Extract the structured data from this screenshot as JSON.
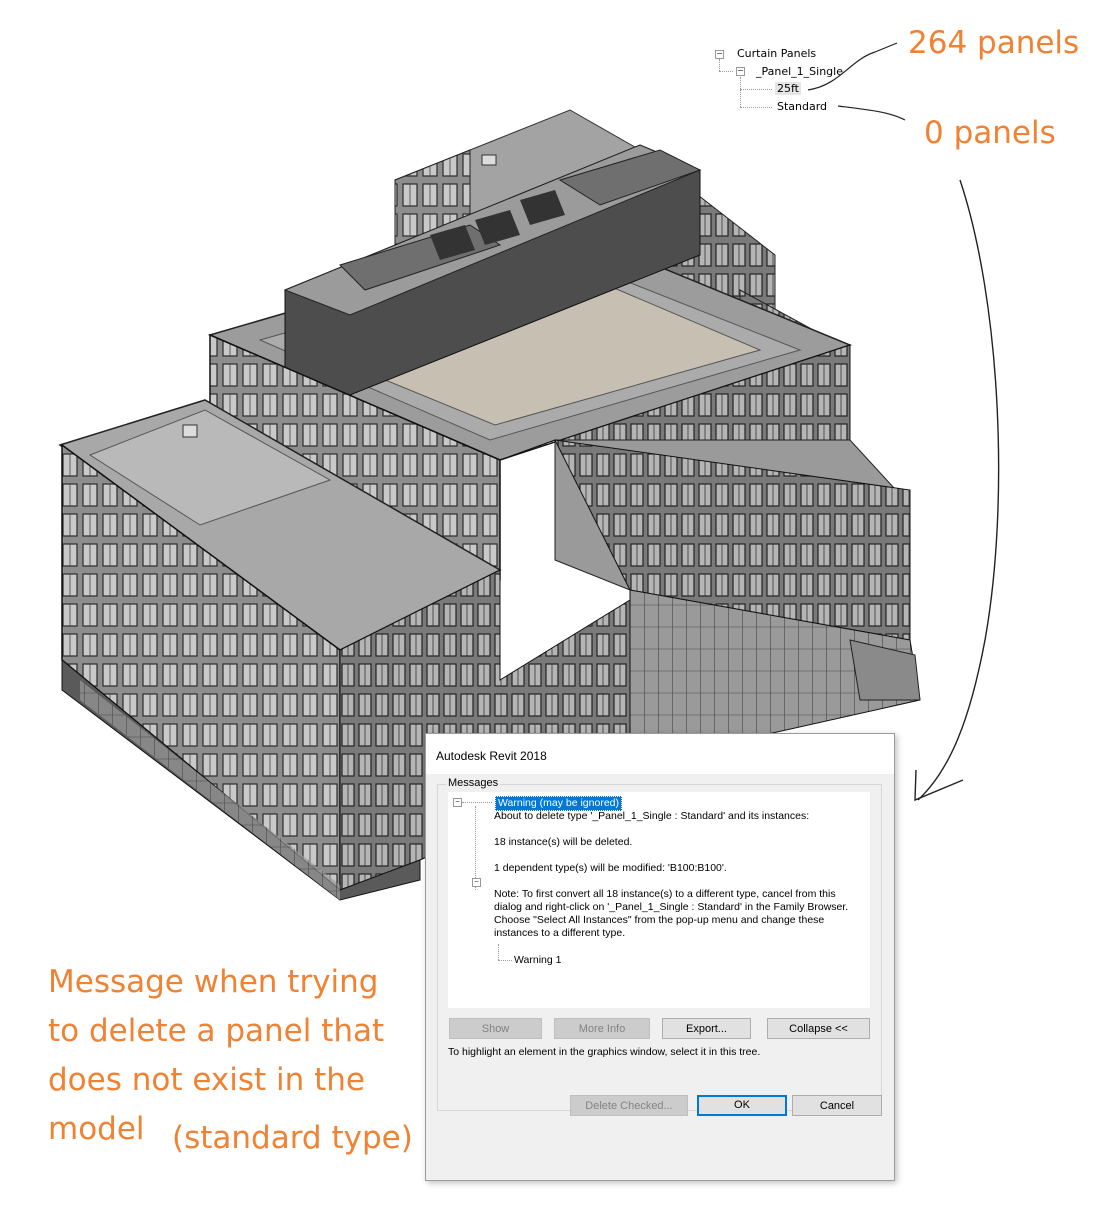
{
  "tree": {
    "root": "Curtain Panels",
    "family": "_Panel_1_Single",
    "types": [
      "25ft",
      "Standard"
    ]
  },
  "annotations": {
    "count_25ft": "264 panels",
    "count_standard": "0 panels",
    "caption_lines": [
      "Message when trying",
      "to delete a panel that",
      "does not exist in the",
      "model"
    ],
    "caption_sub": "(standard type)",
    "color": "#f08234"
  },
  "dialog": {
    "title": "Autodesk Revit 2018",
    "group_label": "Messages",
    "warning_header": "Warning (may be ignored)",
    "line_delete": "About to delete type '_Panel_1_Single : Standard' and its instances:",
    "line_instances": "18 instance(s) will be deleted.",
    "line_dependent": "1 dependent type(s) will be modified: 'B100:B100'.",
    "note_lines": [
      "Note: To first convert all 18 instance(s) to a different type, cancel from this",
      "dialog and right-click on '_Panel_1_Single : Standard' in the Family Browser.",
      "Choose \"Select All Instances\" from the pop-up menu and change these",
      "instances to a different type."
    ],
    "warning_item": "Warning 1",
    "buttons": {
      "show": "Show",
      "more_info": "More Info",
      "export": "Export...",
      "collapse": "Collapse <<",
      "delete_checked": "Delete Checked...",
      "ok": "OK",
      "cancel": "Cancel"
    },
    "hint": "To highlight an element in the graphics window, select it in this tree."
  }
}
